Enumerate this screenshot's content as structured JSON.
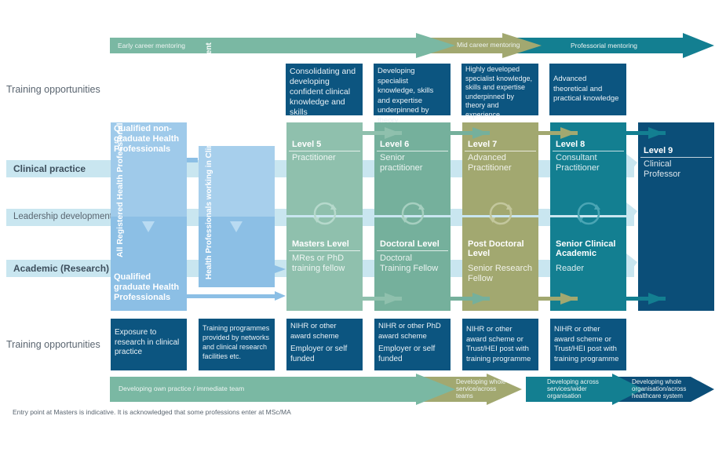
{
  "top_arrows": [
    {
      "label": "Early career mentoring",
      "color": "#7ab8a3"
    },
    {
      "label": "Mid career mentoring",
      "color": "#a2a870"
    },
    {
      "label": "Professorial mentoring",
      "color": "#137f91"
    }
  ],
  "row_labels": {
    "training_top": "Training opportunities",
    "clinical": "Clinical practice",
    "leadership": "Leadership development",
    "academic": "Academic (Research)",
    "training_bottom": "Training opportunities"
  },
  "top_training_boxes": [
    "Consolidating and developing confident clinical knowledge and skills",
    "Developing specialist knowledge, skills and expertise underpinned by theory",
    "Highly developed specialist knowledge, skills and expertise underpinned by theory and experience",
    "Advanced theoretical and practical knowledge"
  ],
  "entry": {
    "non_graduate": "Qualified non-graduate Health Professionals",
    "all_registered": "All Registered Health Professionals",
    "graduate": "Qualified graduate Health Professionals",
    "research_env": "Health Professionals working in Clinical Research Environment"
  },
  "levels": [
    {
      "clinical_title": "Level 5",
      "clinical_role": "Practitioner",
      "academic_title": "Masters Level",
      "academic_role": "MRes or PhD training fellow",
      "color": "#8fc0ad"
    },
    {
      "clinical_title": "Level 6",
      "clinical_role": "Senior practitioner",
      "academic_title": "Doctoral Level",
      "academic_role": "Doctoral Training Fellow",
      "color": "#75b09c"
    },
    {
      "clinical_title": "Level 7",
      "clinical_role": "Advanced Practitioner",
      "academic_title": "Post Doctoral Level",
      "academic_role": "Senior Research Fellow",
      "color": "#a2a870"
    },
    {
      "clinical_title": "Level 8",
      "clinical_role": "Consultant Practitioner",
      "academic_title": "Senior Clinical Academic",
      "academic_role": "Reader",
      "color": "#137f91"
    },
    {
      "clinical_title": "Level 9",
      "clinical_role": "Clinical Professor",
      "color": "#0b4e78"
    }
  ],
  "bottom_training_boxes": [
    {
      "lines": [
        "Exposure to research in clinical practice"
      ]
    },
    {
      "lines": [
        "Training programmes provided by networks and clinical research facilities etc."
      ]
    },
    {
      "lines": [
        "NIHR or other award scheme",
        "Employer or self funded"
      ]
    },
    {
      "lines": [
        "NIHR or other PhD award scheme",
        "Employer or self funded"
      ]
    },
    {
      "lines": [
        "NIHR or other award scheme or Trust/HEI post with training programme"
      ]
    },
    {
      "lines": [
        "NIHR or other award scheme or Trust/HEI post with training programme"
      ]
    }
  ],
  "bottom_arrows": [
    {
      "label": "Developing own practice / immediate team",
      "color": "#7ab8a3"
    },
    {
      "label": "Developing whole service/across teams",
      "color": "#a2a870"
    },
    {
      "label": "Developing across services/wider organisation",
      "color": "#137f91"
    },
    {
      "label": "Developing whole organisation/across healthcare system",
      "color": "#0b4e78"
    }
  ],
  "footnote": "Entry point at Masters is indicative. It is acknowledged that some professions enter at MSc/MA"
}
